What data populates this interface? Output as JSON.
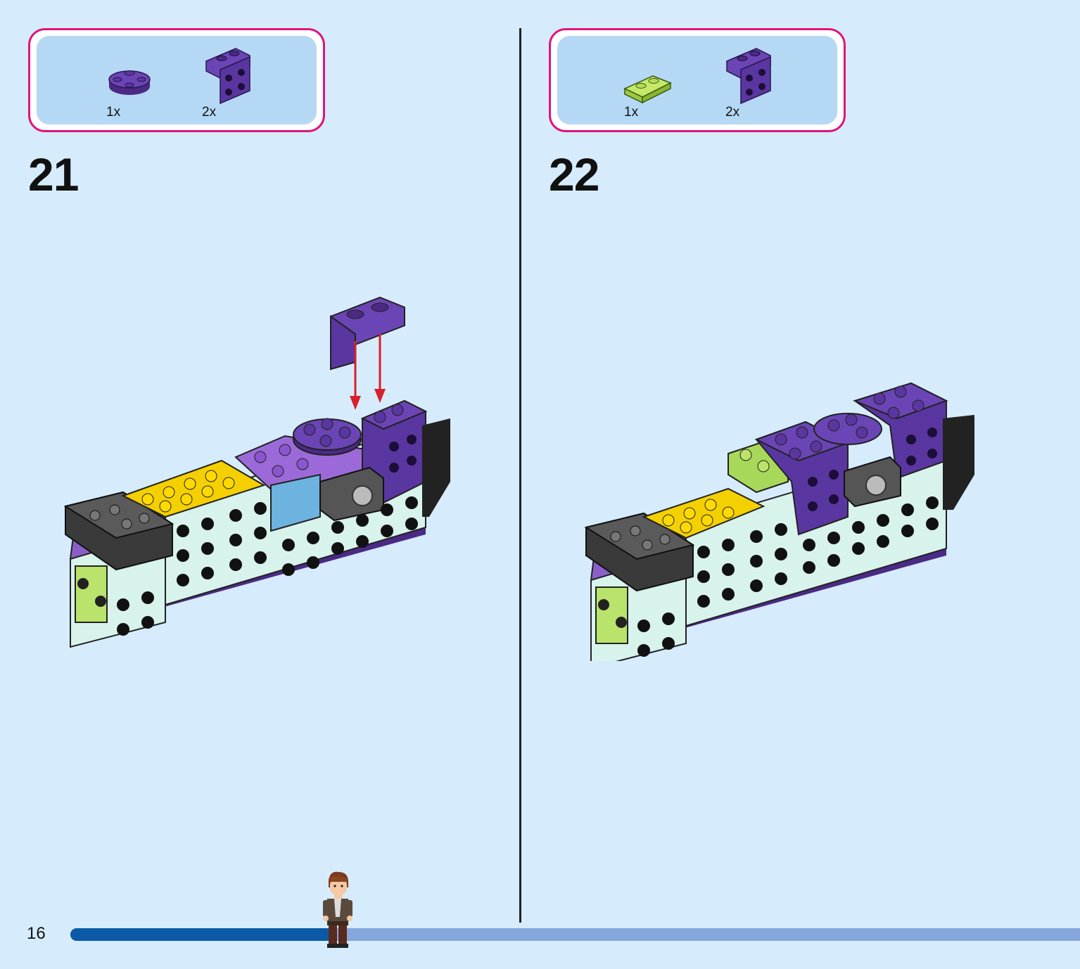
{
  "colors": {
    "page_background": "#d6ecfc",
    "parts_border": "#e0157c",
    "parts_fill": "#b5d8f5",
    "progress_done": "#0c5aa6",
    "progress_remaining": "#86a7dc",
    "arrow": "#d8202a"
  },
  "steps": [
    {
      "number": "21",
      "parts": [
        {
          "icon": "purple-round-plate-icon",
          "qty": "1x"
        },
        {
          "icon": "purple-bracket-icon",
          "qty": "2x"
        }
      ]
    },
    {
      "number": "22",
      "parts": [
        {
          "icon": "lime-plate-1x2-icon",
          "qty": "1x"
        },
        {
          "icon": "purple-bracket-icon",
          "qty": "2x"
        }
      ]
    }
  ],
  "page_number": "16",
  "progress": 0.26
}
